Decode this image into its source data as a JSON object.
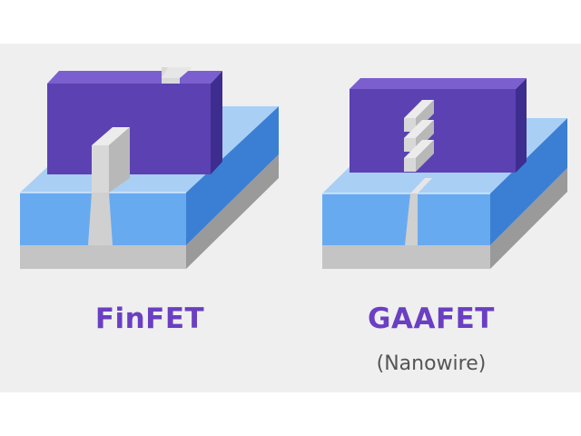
{
  "diagrams": [
    {
      "id": "finfet",
      "title": "FinFET",
      "subtitle": ""
    },
    {
      "id": "gaafet",
      "title": "GAAFET",
      "subtitle": "(Nanowire)"
    }
  ],
  "colors": {
    "background_panel": "#efefef",
    "gate_front": "#5c41b3",
    "gate_side": "#3d2d8f",
    "gate_top": "#7b5fcf",
    "oxide_front": "#68aaf0",
    "oxide_side": "#3b7fd4",
    "oxide_top": "#a9cff5",
    "substrate_front": "#c4c4c4",
    "substrate_side": "#9a9a9a",
    "fin": "#d8d8d8",
    "title_text": "#6a3fc2",
    "subtitle_text": "#555555"
  }
}
